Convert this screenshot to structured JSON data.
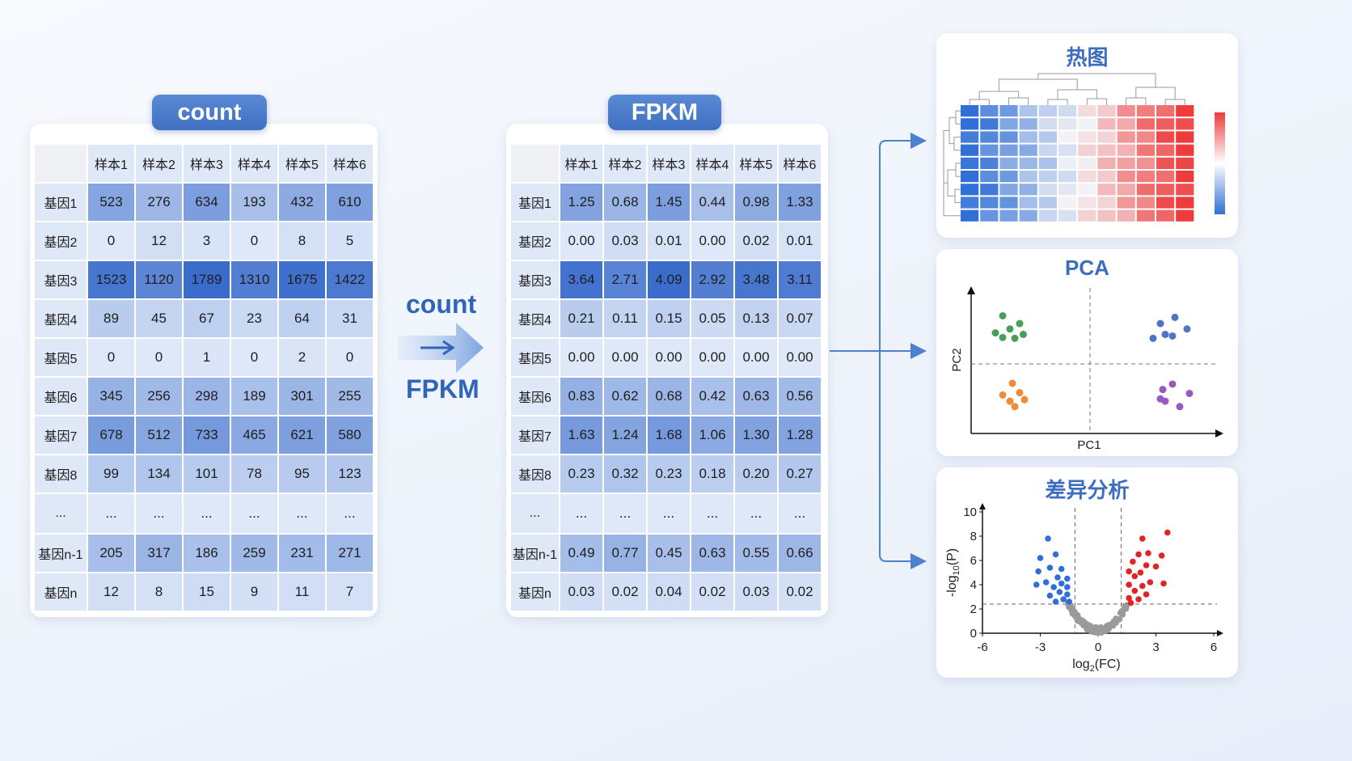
{
  "left_table": {
    "badge": "count",
    "columns": [
      "样本1",
      "样本2",
      "样本3",
      "样本4",
      "样本5",
      "样本6"
    ],
    "rows": [
      {
        "label": "基因1",
        "values": [
          "523",
          "276",
          "634",
          "193",
          "432",
          "610"
        ]
      },
      {
        "label": "基因2",
        "values": [
          "0",
          "12",
          "3",
          "0",
          "8",
          "5"
        ]
      },
      {
        "label": "基因3",
        "values": [
          "1523",
          "1120",
          "1789",
          "1310",
          "1675",
          "1422"
        ]
      },
      {
        "label": "基因4",
        "values": [
          "89",
          "45",
          "67",
          "23",
          "64",
          "31"
        ]
      },
      {
        "label": "基因5",
        "values": [
          "0",
          "0",
          "1",
          "0",
          "2",
          "0"
        ]
      },
      {
        "label": "基因6",
        "values": [
          "345",
          "256",
          "298",
          "189",
          "301",
          "255"
        ]
      },
      {
        "label": "基因7",
        "values": [
          "678",
          "512",
          "733",
          "465",
          "621",
          "580"
        ]
      },
      {
        "label": "基因8",
        "values": [
          "99",
          "134",
          "101",
          "78",
          "95",
          "123"
        ]
      },
      {
        "label": "...",
        "values": [
          "...",
          "...",
          "...",
          "...",
          "...",
          "..."
        ]
      },
      {
        "label": "基因n-1",
        "values": [
          "205",
          "317",
          "186",
          "259",
          "231",
          "271"
        ]
      },
      {
        "label": "基因n",
        "values": [
          "12",
          "8",
          "15",
          "9",
          "11",
          "7"
        ]
      }
    ]
  },
  "conversion": {
    "from": "count",
    "to": "FPKM"
  },
  "right_table": {
    "badge": "FPKM",
    "columns": [
      "样本1",
      "样本2",
      "样本3",
      "样本4",
      "样本5",
      "样本6"
    ],
    "rows": [
      {
        "label": "基因1",
        "values": [
          "1.25",
          "0.68",
          "1.45",
          "0.44",
          "0.98",
          "1.33"
        ]
      },
      {
        "label": "基因2",
        "values": [
          "0.00",
          "0.03",
          "0.01",
          "0.00",
          "0.02",
          "0.01"
        ]
      },
      {
        "label": "基因3",
        "values": [
          "3.64",
          "2.71",
          "4.09",
          "2.92",
          "3.48",
          "3.11"
        ]
      },
      {
        "label": "基因4",
        "values": [
          "0.21",
          "0.11",
          "0.15",
          "0.05",
          "0.13",
          "0.07"
        ]
      },
      {
        "label": "基因5",
        "values": [
          "0.00",
          "0.00",
          "0.00",
          "0.00",
          "0.00",
          "0.00"
        ]
      },
      {
        "label": "基因6",
        "values": [
          "0.83",
          "0.62",
          "0.68",
          "0.42",
          "0.63",
          "0.56"
        ]
      },
      {
        "label": "基因7",
        "values": [
          "1.63",
          "1.24",
          "1.68",
          "1.06",
          "1.30",
          "1.28"
        ]
      },
      {
        "label": "基因8",
        "values": [
          "0.23",
          "0.32",
          "0.23",
          "0.18",
          "0.20",
          "0.27"
        ]
      },
      {
        "label": "...",
        "values": [
          "...",
          "...",
          "...",
          "...",
          "...",
          "..."
        ]
      },
      {
        "label": "基因n-1",
        "values": [
          "0.49",
          "0.77",
          "0.45",
          "0.63",
          "0.55",
          "0.66"
        ]
      },
      {
        "label": "基因n",
        "values": [
          "0.03",
          "0.02",
          "0.04",
          "0.02",
          "0.03",
          "0.02"
        ]
      }
    ]
  },
  "heatmap": {
    "title": "热图",
    "rows": 9,
    "cols": 12,
    "colors": {
      "low": "#2f6fd6",
      "mid": "#f4f4f6",
      "high": "#ee3b3b"
    }
  },
  "pca": {
    "title": "PCA",
    "xlabel": "PC1",
    "ylabel": "PC2",
    "clusters": [
      {
        "color": "#4a9e5c",
        "points": [
          [
            -0.72,
            0.62
          ],
          [
            -0.58,
            0.52
          ],
          [
            -0.66,
            0.45
          ],
          [
            -0.78,
            0.4
          ],
          [
            -0.62,
            0.33
          ],
          [
            -0.55,
            0.38
          ],
          [
            -0.72,
            0.34
          ]
        ]
      },
      {
        "color": "#4f73c7",
        "points": [
          [
            0.7,
            0.6
          ],
          [
            0.58,
            0.52
          ],
          [
            0.8,
            0.45
          ],
          [
            0.62,
            0.38
          ],
          [
            0.68,
            0.36
          ],
          [
            0.52,
            0.33
          ]
        ]
      },
      {
        "color": "#ee8a38",
        "points": [
          [
            -0.64,
            -0.25
          ],
          [
            -0.72,
            -0.4
          ],
          [
            -0.58,
            -0.37
          ],
          [
            -0.62,
            -0.55
          ],
          [
            -0.54,
            -0.46
          ],
          [
            -0.66,
            -0.48
          ]
        ]
      },
      {
        "color": "#9a58c4",
        "points": [
          [
            0.68,
            -0.26
          ],
          [
            0.6,
            -0.33
          ],
          [
            0.82,
            -0.38
          ],
          [
            0.62,
            -0.48
          ],
          [
            0.74,
            -0.55
          ],
          [
            0.58,
            -0.45
          ]
        ]
      }
    ]
  },
  "volcano": {
    "title": "差异分析",
    "xlabel_main": "log",
    "xlabel_sub": "2",
    "xlabel_rest": "(FC)",
    "ylabel_main": "-log",
    "ylabel_sub": "10",
    "ylabel_rest": "(P)",
    "xticks": [
      "-6",
      "-3",
      "0",
      "3",
      "6"
    ],
    "yticks": [
      "0",
      "2",
      "4",
      "6",
      "8",
      "10"
    ],
    "xrange": [
      -6,
      6
    ],
    "yrange": [
      0,
      10
    ],
    "fc_cut": 1.2,
    "p_cut": 2.4,
    "colors": {
      "down": "#2f6fd6",
      "up": "#e02424",
      "ns": "#9a9a9a"
    }
  }
}
